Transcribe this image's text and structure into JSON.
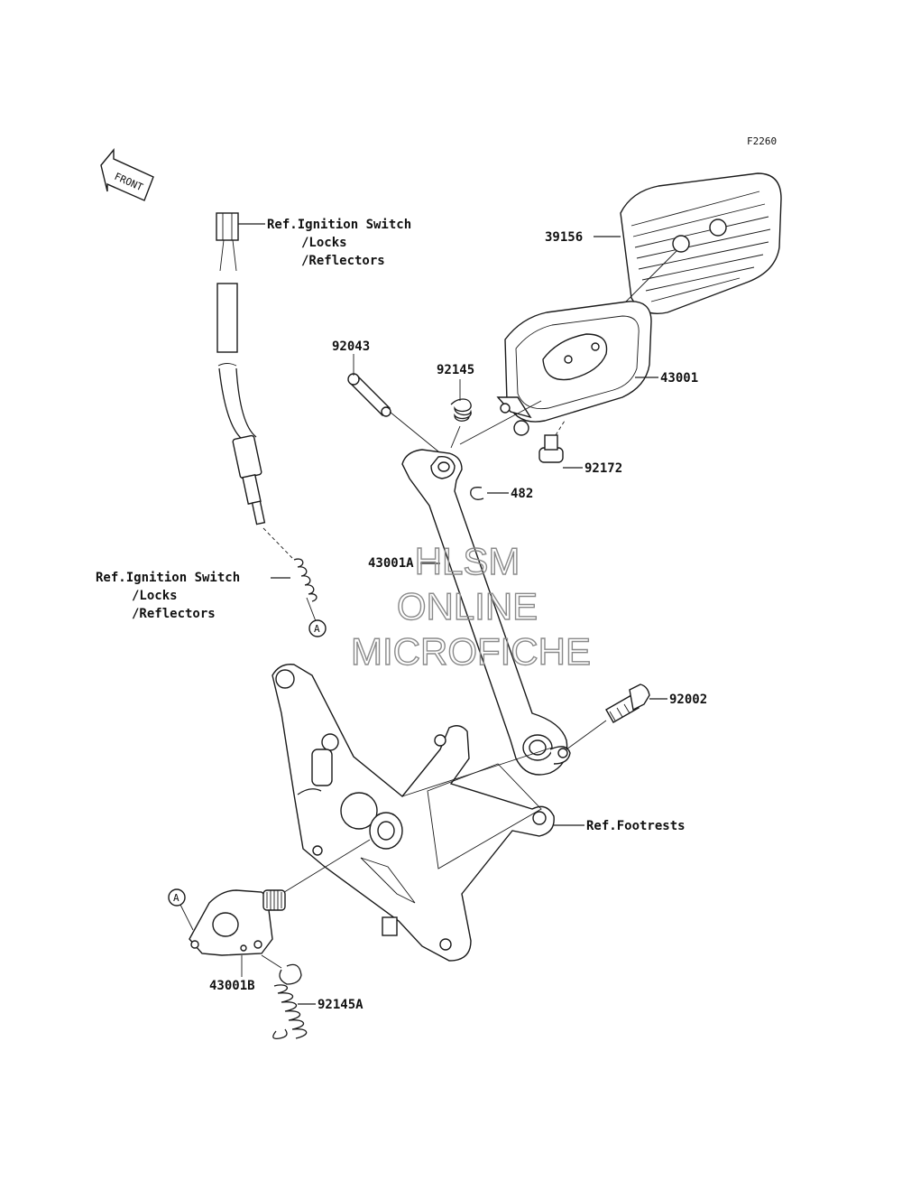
{
  "diagram": {
    "code": "F2260",
    "front_label": "FRONT",
    "ref_top": {
      "line1": "Ref.Ignition Switch",
      "line2": "/Locks",
      "line3": "/Reflectors"
    },
    "ref_left": {
      "line1": "Ref.Ignition Switch",
      "line2": "/Locks",
      "line3": "/Reflectors"
    },
    "ref_footrests": "Ref.Footrests",
    "marker_a": "A",
    "parts": {
      "p39156": "39156",
      "p92043": "92043",
      "p92145": "92145",
      "p43001": "43001",
      "p92172": "92172",
      "p482": "482",
      "p43001a": "43001A",
      "p92002": "92002",
      "p43001b": "43001B",
      "p92145a": "92145A"
    }
  },
  "watermark": {
    "line1": "HLSM",
    "line2": "ONLINE",
    "line3": "MICROFICHE"
  },
  "colors": {
    "ink": "#1a1a1a",
    "watermark": "#8a8a8a",
    "background": "#ffffff"
  }
}
